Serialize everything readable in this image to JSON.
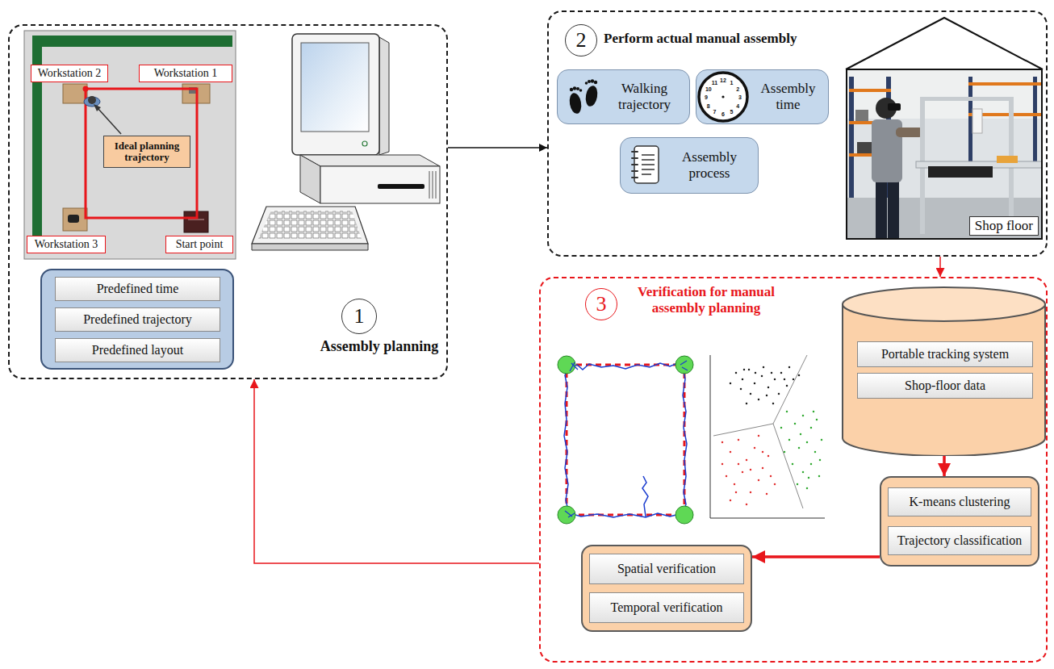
{
  "diagram": {
    "nodes": [
      {
        "text": [
          "Assembly planning"
        ]
      },
      {
        "text": [
          "1"
        ],
        "in": 0
      },
      {
        "text": [],
        "in": 0
      },
      {
        "text": [
          "Predefined time"
        ],
        "in": 2
      },
      {
        "text": [
          "Predefined trajectory"
        ],
        "in": 2
      },
      {
        "text": [
          "Predefined layout"
        ],
        "in": 2
      },
      {
        "text": [
          "Workstation 2"
        ],
        "in": 0
      },
      {
        "text": [
          "Workstation 1"
        ],
        "in": 0
      },
      {
        "text": [
          "Ideal planning trajectory"
        ],
        "in": 0
      },
      {
        "text": [
          "Workstation 3"
        ],
        "in": 0
      },
      {
        "text": [
          "Start point"
        ],
        "in": 0
      },
      {
        "text": [
          "Perform actual manual assembly"
        ]
      },
      {
        "text": [
          "2"
        ],
        "in": 11
      },
      {
        "text": [
          "Walking trajectory"
        ],
        "in": 11
      },
      {
        "text": [
          "Assembly time"
        ],
        "in": 11
      },
      {
        "text": [
          "Assembly process"
        ],
        "in": 11
      },
      {
        "text": [
          "Shop floor"
        ],
        "in": 11
      },
      {
        "text": [
          "Verification for manual assembly planning"
        ]
      },
      {
        "text": [
          "3"
        ],
        "in": 17
      },
      {
        "text": [],
        "in": 17
      },
      {
        "text": [
          "Portable tracking system"
        ],
        "in": 19
      },
      {
        "text": [
          "Shop-floor data"
        ],
        "in": 19
      },
      {
        "text": [],
        "in": 17
      },
      {
        "text": [
          "K-means clustering"
        ],
        "in": 22
      },
      {
        "text": [
          "Trajectory classification"
        ],
        "in": 22
      },
      {
        "text": [],
        "in": 17
      },
      {
        "text": [
          "Spatial verification"
        ],
        "in": 25
      },
      {
        "text": [
          "Temporal verification"
        ],
        "in": 25
      }
    ],
    "edges": [
      {
        "from": 0,
        "to": 11,
        "arrow": "to"
      },
      {
        "from": 11,
        "to": 17,
        "arrow": "to"
      },
      {
        "from": 19,
        "to": 22,
        "arrow": "to"
      },
      {
        "from": 22,
        "to": 25,
        "arrow": "to"
      },
      {
        "from": 17,
        "to": 0,
        "arrow": "to"
      }
    ],
    "labels": [
      "12",
      "1",
      "2",
      "3",
      "4",
      "5",
      "6",
      "7",
      "8",
      "9",
      "10",
      "11"
    ]
  }
}
